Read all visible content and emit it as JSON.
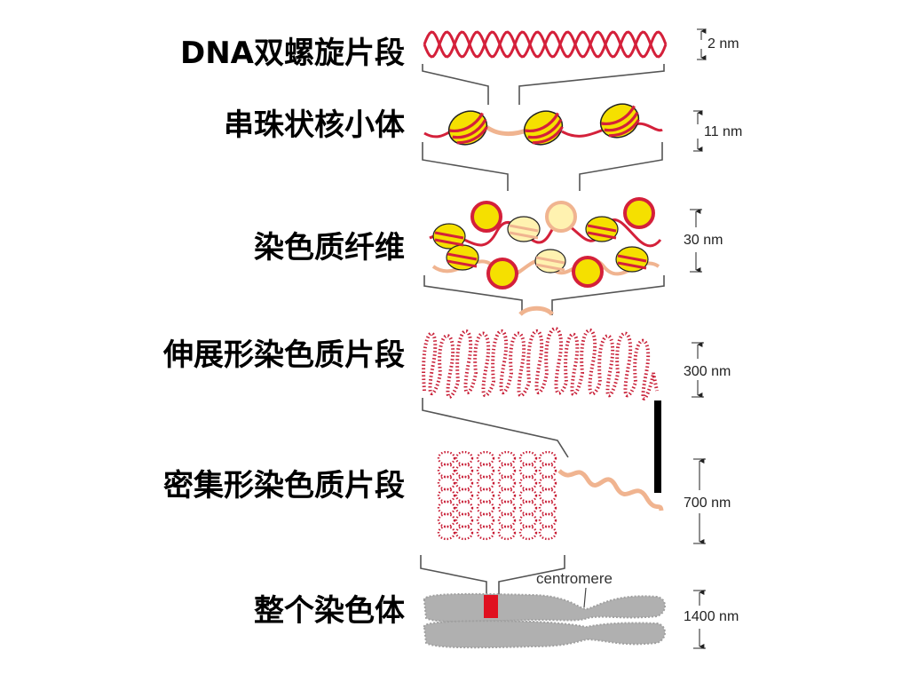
{
  "levels": [
    {
      "label": "DNA双螺旋片段",
      "scale": "2 nm"
    },
    {
      "label": "串珠状核小体",
      "scale": "11 nm"
    },
    {
      "label": "染色质纤维",
      "scale": "30 nm"
    },
    {
      "label": "伸展形染色质片段",
      "scale": "300 nm"
    },
    {
      "label": "密集形染色质片段",
      "scale": "700 nm"
    },
    {
      "label": "整个染色体",
      "scale": "1400 nm"
    }
  ],
  "annotation": {
    "centromere": "centromere"
  },
  "colors": {
    "dna_red": "#d4203a",
    "nucleosome_yellow": "#f5e000",
    "linker_peach": "#f0b490",
    "chromosome_gray": "#b0b0b0",
    "band_red": "#e01020"
  }
}
